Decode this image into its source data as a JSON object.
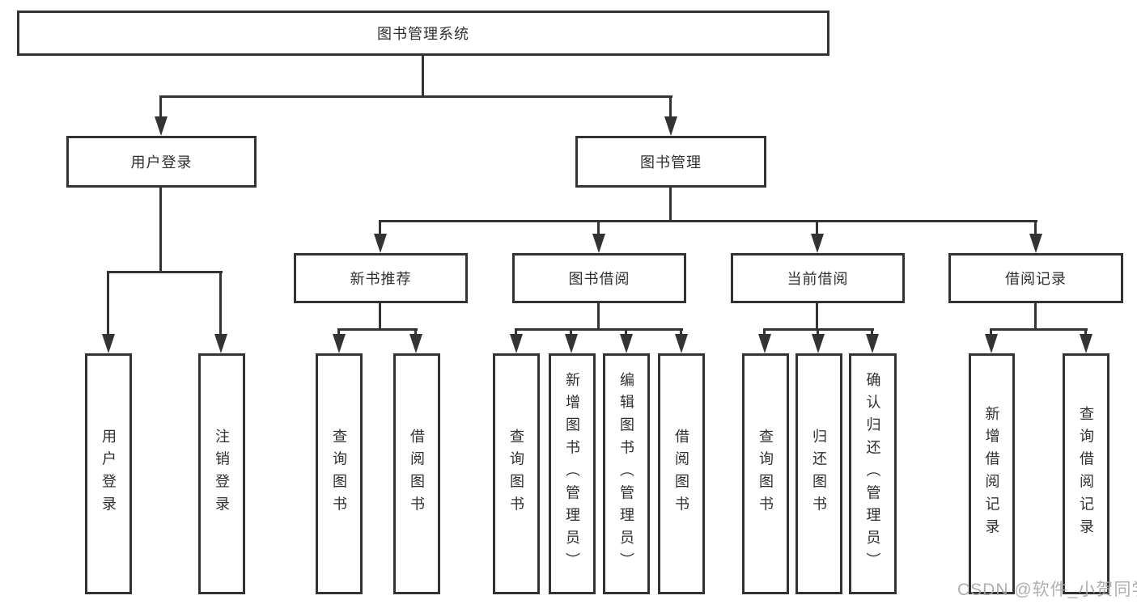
{
  "diagram": {
    "title": "图书管理系统",
    "branches": [
      {
        "label": "用户登录",
        "children": [
          {
            "label": "用户登录"
          },
          {
            "label": "注销登录"
          }
        ]
      },
      {
        "label": "图书管理",
        "sections": [
          {
            "label": "新书推荐",
            "children": [
              {
                "label": "查询图书"
              },
              {
                "label": "借阅图书"
              }
            ]
          },
          {
            "label": "图书借阅",
            "children": [
              {
                "label": "查询图书"
              },
              {
                "label": "新增图书（管理员）"
              },
              {
                "label": "编辑图书（管理员）"
              },
              {
                "label": "借阅图书"
              }
            ]
          },
          {
            "label": "当前借阅",
            "children": [
              {
                "label": "查询图书"
              },
              {
                "label": "归还图书"
              },
              {
                "label": "确认归还（管理员）"
              }
            ]
          },
          {
            "label": "借阅记录",
            "children": [
              {
                "label": "新增借阅记录"
              },
              {
                "label": "查询借阅记录"
              }
            ]
          }
        ]
      }
    ]
  },
  "watermark": "CSDN @软件_小贺同学",
  "colors": {
    "line": "#333333",
    "text": "#2f2f2f",
    "watermark": "#a8a8a8",
    "background": "#ffffff"
  }
}
